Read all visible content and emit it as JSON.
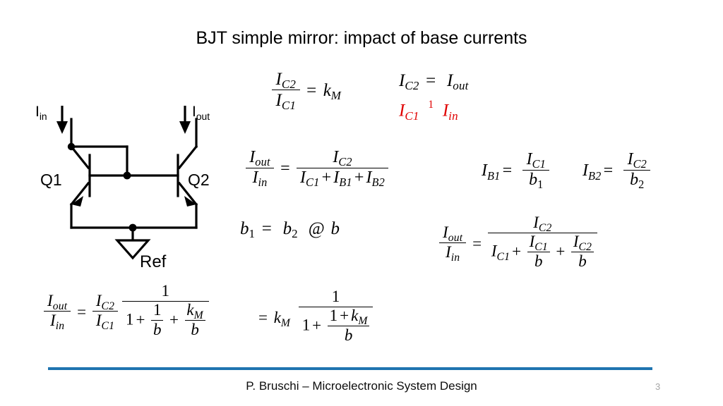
{
  "slide": {
    "title": "BJT simple mirror: impact of base currents",
    "accent_color": "#1f74b0",
    "highlight_color": "#e00000",
    "background_color": "#ffffff"
  },
  "circuit": {
    "name": "bjt-simple-current-mirror",
    "input_label": "I",
    "input_sub": "in",
    "output_label": "I",
    "output_sub": "out",
    "q1_label": "Q1",
    "q2_label": "Q2",
    "ground_label": "Ref"
  },
  "equations": {
    "eq1": {
      "id": "mirror-ratio",
      "num": "I",
      "num_sub": "C2",
      "den": "I",
      "den_sub": "C1",
      "op": "=",
      "rhs": "k",
      "rhs_sub": "M",
      "text": "I_C2 / I_C1 = k_M"
    },
    "eq2": {
      "id": "collector-equals-out",
      "lhs": "I",
      "lhs_sub": "C2",
      "op": "=",
      "rhs": "I",
      "rhs_sub": "out",
      "text": "I_C2 = I_out"
    },
    "eq3": {
      "id": "collector-not-equal-in",
      "lhs": "I",
      "lhs_sub": "C1",
      "op": "1",
      "rhs": "I",
      "rhs_sub": "in",
      "text": "I_C1 ≠ I_in",
      "color": "#e00000"
    },
    "eq4": {
      "id": "gain-with-base-currents",
      "lhs_num": "I",
      "lhs_num_sub": "out",
      "lhs_den": "I",
      "lhs_den_sub": "in",
      "op": "=",
      "rhs_num": "I",
      "rhs_num_sub": "C2",
      "rhs_den_t1": "I",
      "rhs_den_t1_sub": "C1",
      "plus1": "+",
      "rhs_den_t2": "I",
      "rhs_den_t2_sub": "B1",
      "plus2": "+",
      "rhs_den_t3": "I",
      "rhs_den_t3_sub": "B2",
      "text": "I_out / I_in = I_C2 / (I_C1 + I_B1 + I_B2)"
    },
    "eq5": {
      "id": "base-current-q1",
      "lhs": "I",
      "lhs_sub": "B1",
      "op": "=",
      "num": "I",
      "num_sub": "C1",
      "den": "b",
      "den_sub": "1",
      "text": "I_B1 = I_C1 / b1"
    },
    "eq6": {
      "id": "base-current-q2",
      "lhs": "I",
      "lhs_sub": "B2",
      "op": "=",
      "num": "I",
      "num_sub": "C2",
      "den": "b",
      "den_sub": "2",
      "text": "I_B2 = I_C2 / b2"
    },
    "eq7": {
      "id": "beta-equality",
      "t1": "b",
      "t1_sub": "1",
      "op1": "=",
      "t2": "b",
      "t2_sub": "2",
      "op2": "@",
      "t3": "b",
      "text": "b1 = b2 ≅ b"
    },
    "eq8": {
      "id": "gain-expanded",
      "lhs_num": "I",
      "lhs_num_sub": "out",
      "lhs_den": "I",
      "lhs_den_sub": "in",
      "op": "=",
      "rhs_num": "I",
      "rhs_num_sub": "C2",
      "d1": "I",
      "d1_sub": "C1",
      "plus1": "+",
      "d2_num": "I",
      "d2_num_sub": "C1",
      "d2_den": "b",
      "plus2": "+",
      "d3_num": "I",
      "d3_num_sub": "C2",
      "d3_den": "b",
      "text": "I_out / I_in = I_C2 / (I_C1 + I_C1/b + I_C2/b)"
    },
    "eq9": {
      "id": "gain-final-ratio-form",
      "lhs_num": "I",
      "lhs_num_sub": "out",
      "lhs_den": "I",
      "lhs_den_sub": "in",
      "op": "=",
      "r_num": "I",
      "r_num_sub": "C2",
      "r_den": "I",
      "r_den_sub": "C1",
      "f_num": "1",
      "one": "1",
      "plus1": "+",
      "a_num": "1",
      "a_den": "b",
      "plus2": "+",
      "b_num": "k",
      "b_num_sub": "M",
      "b_den": "b",
      "text": "I_out / I_in = (I_C2 / I_C1) * 1 / (1 + 1/b + k_M/b)"
    },
    "eq10": {
      "id": "gain-final-km-form",
      "op": "=",
      "k": "k",
      "k_sub": "M",
      "f_num": "1",
      "one": "1",
      "plus1": "+",
      "inner_one": "1",
      "inner_plus": "+",
      "inner_k": "k",
      "inner_k_sub": "M",
      "inner_den": "b",
      "text": "= k_M * 1 / (1 + (1 + k_M)/b)"
    }
  },
  "footer": {
    "text": "P. Bruschi – Microelectronic System Design",
    "page_number": "3"
  }
}
